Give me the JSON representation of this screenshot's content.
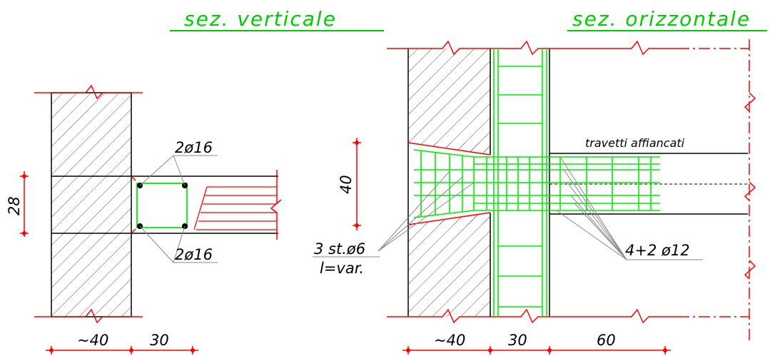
{
  "titles": {
    "vertical": "sez.  verticale",
    "horizontal": "sez.  orizzontale"
  },
  "labels": {
    "rebar_top": "2ø16",
    "rebar_bottom": "2ø16",
    "height_28": "28",
    "height_40": "40",
    "stirrups_line1": "3  st.ø6",
    "stirrups_line2": "l=var.",
    "joists": "travetti  affiancati",
    "bars": "4+2  ø12"
  },
  "dimensions": {
    "left_wall": "~40",
    "left_beam": "30",
    "right_wall": "~40",
    "right_beam": "30",
    "right_slab": "60"
  },
  "colors": {
    "wall_outline": "#000000",
    "section_cut": "#ff0000",
    "rebar": "#00ee00",
    "leader": "#888888",
    "text": "#000000",
    "title": "#00cc00"
  }
}
